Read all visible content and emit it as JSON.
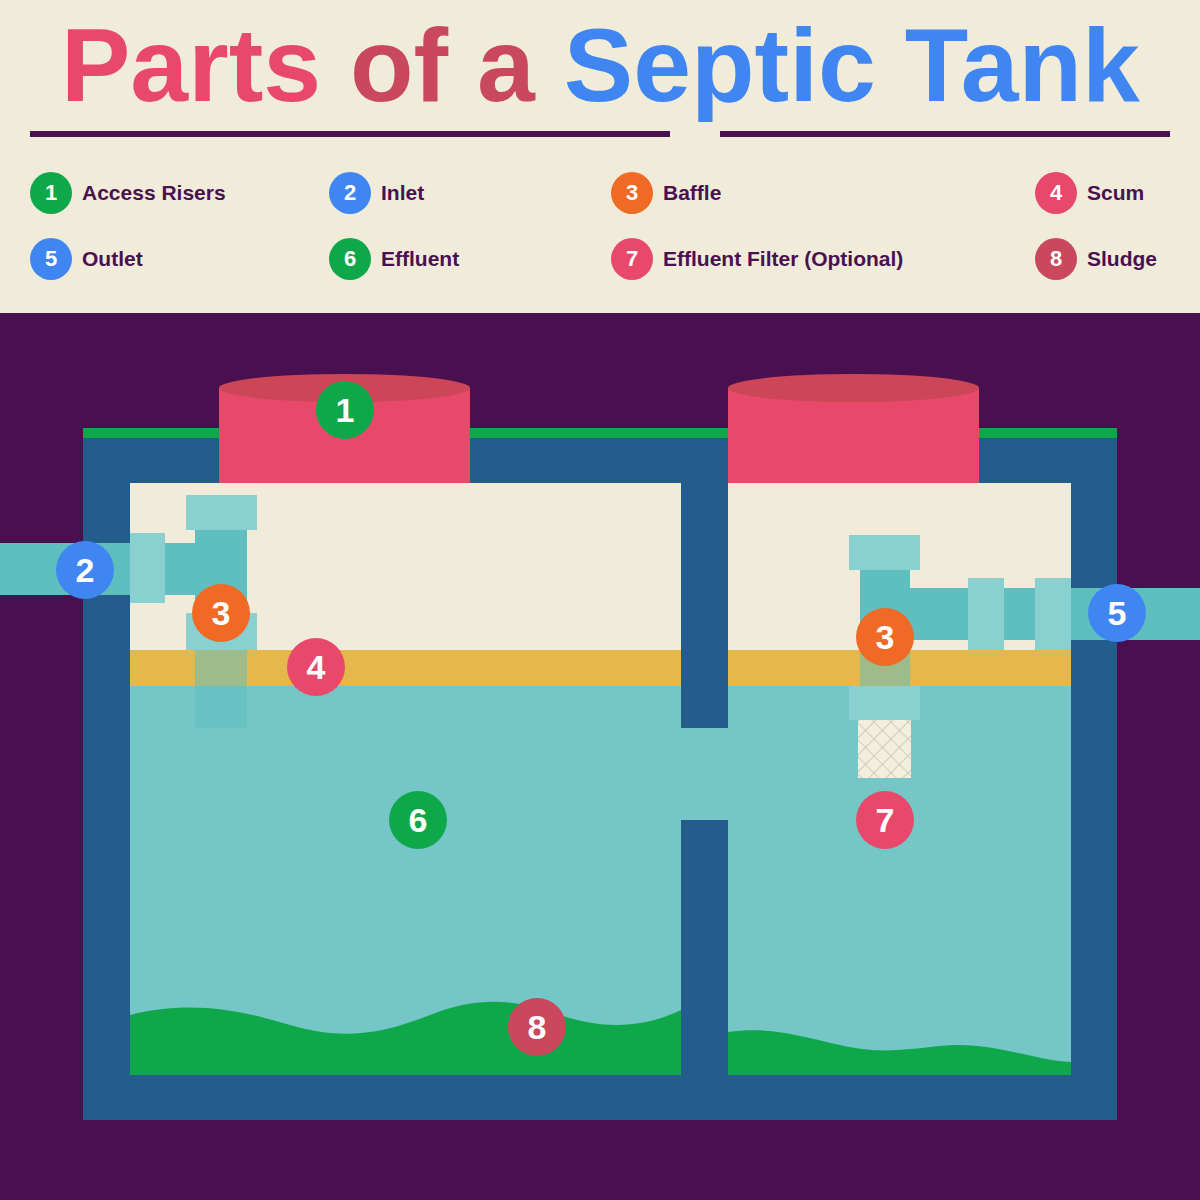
{
  "diagram": {
    "title": "Parts of a Septic Tank",
    "labels": [
      "1",
      "2",
      "3",
      "4",
      "5",
      "6",
      "7",
      "8",
      "1",
      "2",
      "3",
      "4",
      "3",
      "5",
      "6",
      "7",
      "8"
    ],
    "legend": [
      {
        "text": "Access Risers",
        "color": "#0ea84a"
      },
      {
        "text": "Inlet",
        "color": "#3f86f2"
      },
      {
        "text": "Baffle",
        "color": "#f06a26"
      },
      {
        "text": "Scum",
        "color": "#e8496b"
      },
      {
        "text": "Outlet",
        "color": "#3f86f2"
      },
      {
        "text": "Effluent",
        "color": "#0ea84a"
      },
      {
        "text": "Effluent Filter (Optional)",
        "color": "#e8496b"
      },
      {
        "text": "Sludge",
        "color": "#c9485b"
      }
    ]
  }
}
